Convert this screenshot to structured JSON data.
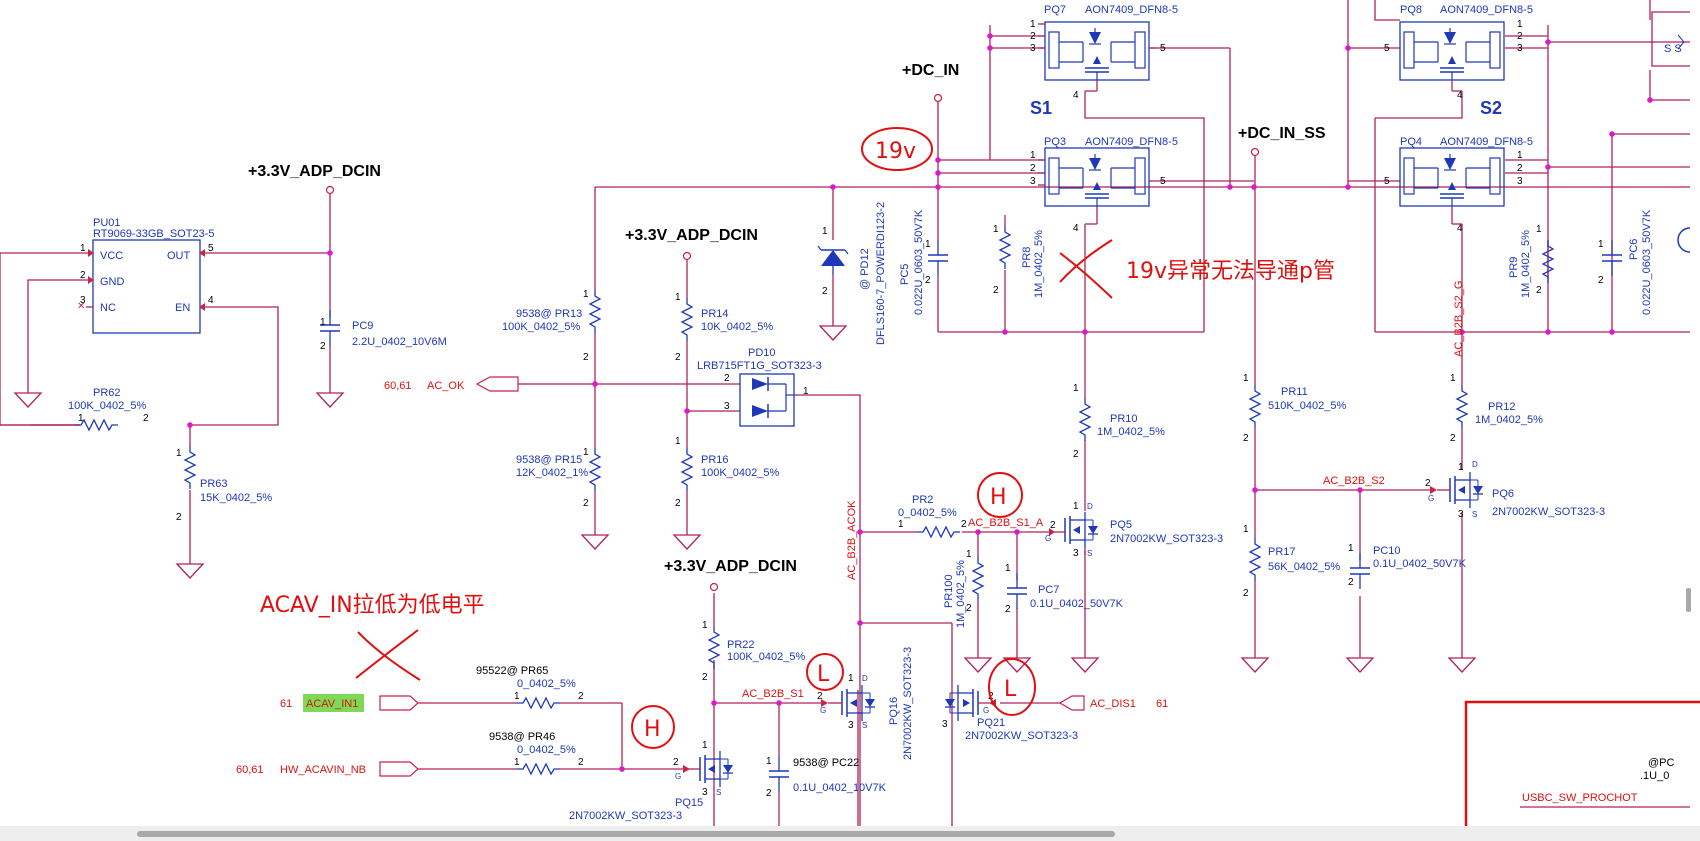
{
  "rails": {
    "adp_dcin": "+3.3V_ADP_DCIN",
    "dc_in": "+DC_IN",
    "dc_in_ss": "+DC_IN_SS"
  },
  "parts": {
    "pu01": {
      "ref": "PU01",
      "value": "RT9069-33GB_SOT23-5",
      "pin_vcc": "VCC",
      "pin_gnd": "GND",
      "pin_nc": "NC",
      "pin_out": "OUT",
      "pin_en": "EN"
    },
    "pc9": {
      "ref": "PC9",
      "value": "2.2U_0402_10V6M"
    },
    "pr62": {
      "ref": "PR62",
      "value": "100K_0402_5%"
    },
    "pr63": {
      "ref": "PR63",
      "value": "15K_0402_5%"
    },
    "pr13": {
      "ref": "9538@ PR13",
      "value": "100K_0402_5%"
    },
    "pr15": {
      "ref": "9538@ PR15",
      "value": "12K_0402_1%"
    },
    "pr14": {
      "ref": "PR14",
      "value": "10K_0402_5%"
    },
    "pr16": {
      "ref": "PR16",
      "value": "100K_0402_5%"
    },
    "pd10": {
      "ref": "PD10",
      "value": "LRB715FT1G_SOT323-3"
    },
    "pd12": {
      "ref": "@ PD12",
      "value": "DFLS160-7_POWERDI123-2"
    },
    "pc5": {
      "ref": "PC5",
      "value": "0.022U_0603_50V7K"
    },
    "pr8": {
      "ref": "PR8",
      "value": "1M_0402_5%"
    },
    "pq7": {
      "ref": "PQ7",
      "value": "AON7409_DFN8-5"
    },
    "pq3": {
      "ref": "PQ3",
      "value": "AON7409_DFN8-5"
    },
    "pq8": {
      "ref": "PQ8",
      "value": "AON7409_DFN8-5"
    },
    "pq4": {
      "ref": "PQ4",
      "value": "AON7409_DFN8-5"
    },
    "pr9": {
      "ref": "PR9",
      "value": "1M_0402_5%"
    },
    "pc6": {
      "ref": "PC6",
      "value": "0.022U_0603_50V7K"
    },
    "pr10": {
      "ref": "PR10",
      "value": "1M_0402_5%"
    },
    "pq5": {
      "ref": "PQ5",
      "value": "2N7002KW_SOT323-3"
    },
    "pr2": {
      "ref": "PR2",
      "value": "0_0402_5%"
    },
    "pr100": {
      "ref": "PR100",
      "value": "1M_0402_5%"
    },
    "pc7": {
      "ref": "PC7",
      "value": "0.1U_0402_50V7K"
    },
    "pr11": {
      "ref": "PR11",
      "value": "510K_0402_5%"
    },
    "pr17": {
      "ref": "PR17",
      "value": "56K_0402_5%"
    },
    "pc10": {
      "ref": "PC10",
      "value": "0.1U_0402_50V7K"
    },
    "pr12": {
      "ref": "PR12",
      "value": "1M_0402_5%"
    },
    "pq6": {
      "ref": "PQ6",
      "value": "2N7002KW_SOT323-3"
    },
    "pr22": {
      "ref": "PR22",
      "value": "100K_0402_5%"
    },
    "pq16": {
      "ref": "PQ16",
      "value": "2N7002KW_SOT323-3"
    },
    "pq21": {
      "ref": "PQ21",
      "value": "2N7002KW_SOT323-3"
    },
    "pr65": {
      "ref": "95522@   PR65",
      "value": "0_0402_5%"
    },
    "pr46": {
      "ref": "9538@ PR46",
      "value": "0_0402_5%"
    },
    "pq15": {
      "ref": "PQ15",
      "value": "2N7002KW_SOT323-3"
    },
    "pc22": {
      "ref": "9538@ PC22",
      "value": "0.1U_0402_10V7K"
    },
    "pc_partial": {
      "ref": "@PC",
      "value": ".1U_0"
    }
  },
  "nets": {
    "ac_ok": "AC_OK",
    "ac_ok_pages": "60,61",
    "acav_in1": "ACAV_IN1",
    "acav_in1_page": "61",
    "hw_acavin_nb": "HW_ACAVIN_NB",
    "hw_acavin_nb_pages": "60,61",
    "ac_dis1": "AC_DIS1",
    "ac_dis1_page": "61",
    "ac_b2b_acok": "AC_B2B_ACOK",
    "ac_b2b_s1": "AC_B2B_S1",
    "ac_b2b_s1_a": "AC_B2B_S1_A",
    "ac_b2b_s2": "AC_B2B_S2",
    "ac_b2b_s2_g": "AC_B2B_S2_G",
    "usbc_sw_prochot": "USBC_SW_PROCHOT",
    "s1": "S1",
    "s2": "S2",
    "ss_fragment": "S S"
  },
  "annotations": {
    "v19": "19v",
    "fault_note": "19v异常无法导通p管",
    "acav_note": "ACAV_IN拉低为低电平",
    "high": "H",
    "low": "L"
  },
  "colors": {
    "wire": "#b0225a",
    "component": "#1f38b8",
    "net": "#dd1111",
    "annotation": "#e01010",
    "highlight_fill": "#7ed957"
  }
}
